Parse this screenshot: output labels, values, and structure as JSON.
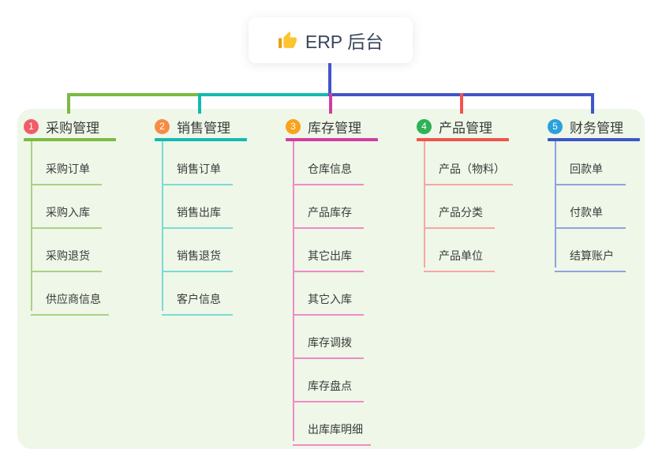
{
  "root": {
    "icon": "thumbs-up",
    "label": "ERP 后台"
  },
  "colors": {
    "root_connector": "#4355c9",
    "panel_bg": "#eef7e8",
    "card_bg": "#ffffff",
    "root_text": "#39465a",
    "node_text": "#3b3b3b"
  },
  "branches": [
    {
      "badge": "1",
      "label": "采购管理",
      "badge_color": "#f25c68",
      "line_color": "#7cba41",
      "child_line_color": "#a9d285",
      "children": [
        "采购订单",
        "采购入库",
        "采购退货",
        "供应商信息"
      ]
    },
    {
      "badge": "2",
      "label": "销售管理",
      "badge_color": "#f68c44",
      "line_color": "#13bab2",
      "child_line_color": "#7edad3",
      "children": [
        "销售订单",
        "销售出库",
        "销售退货",
        "客户信息"
      ]
    },
    {
      "badge": "3",
      "label": "库存管理",
      "badge_color": "#f9a21c",
      "line_color": "#d23ba2",
      "child_line_color": "#f08ac7",
      "children": [
        "仓库信息",
        "产品库存",
        "其它出库",
        "其它入库",
        "库存调拨",
        "库存盘点",
        "出库库明细"
      ]
    },
    {
      "badge": "4",
      "label": "产品管理",
      "badge_color": "#2eb157",
      "line_color": "#f0544f",
      "child_line_color": "#f9a6a2",
      "children": [
        "产品（物料）",
        "产品分类",
        "产品单位"
      ]
    },
    {
      "badge": "5",
      "label": "财务管理",
      "badge_color": "#2aa0dc",
      "line_color": "#3d57c7",
      "child_line_color": "#8ea3de",
      "children": [
        "回款单",
        "付款单",
        "结算账户"
      ]
    }
  ]
}
